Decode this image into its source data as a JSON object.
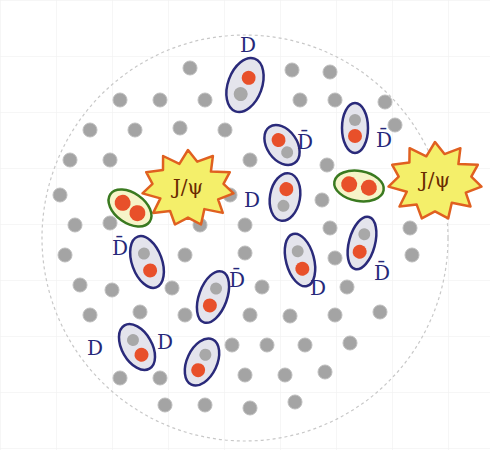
{
  "diagram": {
    "nodes": [
      {
        "text": [
          "J/ψ"
        ]
      },
      {
        "text": [
          "J/ψ"
        ]
      }
    ],
    "labels": [
      "D",
      "D̄",
      "D̄",
      "D",
      "D̄",
      "D̄",
      "D",
      "D̄",
      "D",
      "D"
    ]
  }
}
